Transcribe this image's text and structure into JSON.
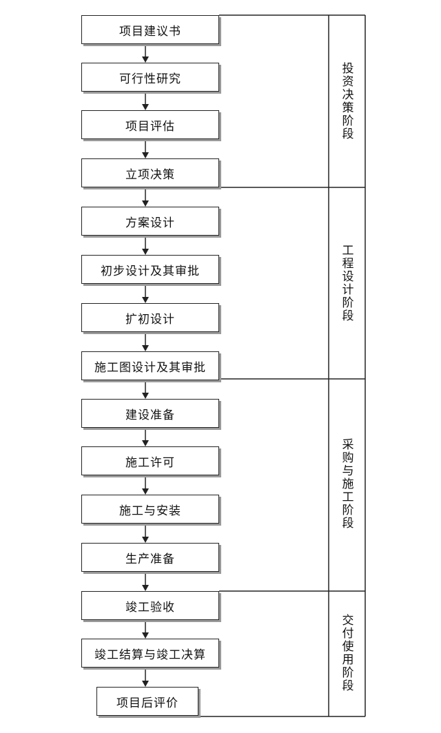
{
  "steps": [
    "项目建议书",
    "可行性研究",
    "项目评估",
    "立项决策",
    "方案设计",
    "初步设计及其审批",
    "扩初设计",
    "施工图设计及其审批",
    "建设准备",
    "施工许可",
    "施工与安装",
    "生产准备",
    "竣工验收",
    "竣工结算与竣工决算",
    "项目后评价"
  ],
  "phases": [
    "投资决策阶段",
    "工程设计阶段",
    "采购与施工阶段",
    "交付使用阶段"
  ],
  "colors": {
    "line": "#222222",
    "shadow": "#9a9a9a",
    "text": "#111111"
  }
}
